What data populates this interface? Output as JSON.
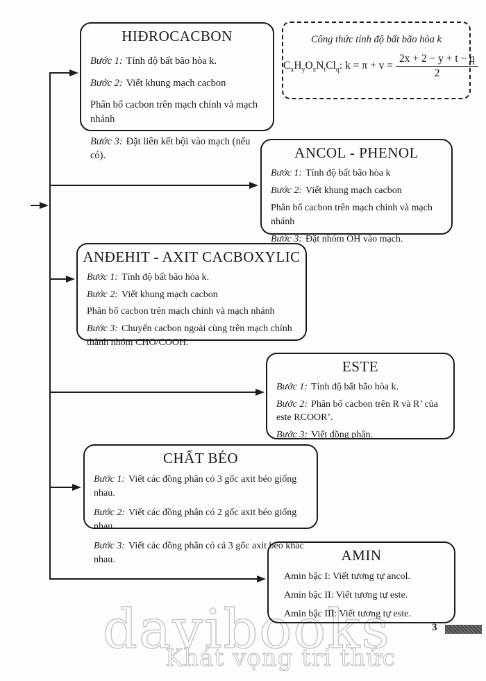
{
  "boxes": [
    {
      "title": "HIĐROCACBON",
      "lines": [
        {
          "label": "Bước 1:",
          "text": "Tính độ bất bão hòa k."
        },
        {
          "label": "Bước 2:",
          "text": "Viết khung mạch cacbon"
        },
        {
          "label": "",
          "text": "Phân bố cacbon trên mạch chính và mạch nhánh"
        },
        {
          "label": "Bước 3:",
          "text": "Đặt liên kết bội vào mạch (nếu có)."
        }
      ]
    },
    {
      "title": "ANCOL - PHENOL",
      "lines": [
        {
          "label": "Bước 1:",
          "text": "Tính độ bất bão hòa k"
        },
        {
          "label": "Bước 2:",
          "text": "Viết khung mạch cacbon"
        },
        {
          "label": "",
          "text": "Phân bố cacbon trên mạch chính và mạch nhánh"
        },
        {
          "label": "Bước 3:",
          "text": "Đặt nhóm OH vào mạch."
        }
      ]
    },
    {
      "title": "ANĐEHIT - AXIT CACBOXYLIC",
      "lines": [
        {
          "label": "Bước 1:",
          "text": "Tính độ bất bão hòa k."
        },
        {
          "label": "Bước 2:",
          "text": "Viết khung mạch cacbon"
        },
        {
          "label": "",
          "text": "Phân bố cacbon trên mạch chính và mạch nhánh"
        },
        {
          "label": "Bước 3:",
          "text": "Chuyển cacbon ngoài cùng trên mạch chính thành nhóm CHO/COOH."
        }
      ]
    },
    {
      "title": "ESTE",
      "lines": [
        {
          "label": "Bước 1:",
          "text": "Tính độ bất bão hòa k."
        },
        {
          "label": "Bước 2:",
          "text": "Phân bố cacbon trên R và R’ của este RCOOR’."
        },
        {
          "label": "Bước 3:",
          "text": "Viết đồng phân."
        }
      ]
    },
    {
      "title": "CHẤT BÉO",
      "lines": [
        {
          "label": "Bước 1:",
          "text": "Viết các đồng phân có 3 gốc axit béo giống nhau."
        },
        {
          "label": "Bước 2:",
          "text": "Viết các đồng phân có 2 gốc axit béo giống nhau."
        },
        {
          "label": "Bước 3:",
          "text": "Viết các đồng phân có cả 3 gốc axit béo khác nhau."
        }
      ]
    },
    {
      "title": "AMIN",
      "lines": [
        {
          "label": "",
          "text": "Amin bậc I: Viết tương tự ancol."
        },
        {
          "label": "",
          "text": "Amin bậc II: Viết tương tự este."
        },
        {
          "label": "",
          "text": "Amin bậc III: Viết tương tự este."
        }
      ]
    }
  ],
  "formula": {
    "title": "Công thức tính độ bất bão hòa k",
    "compound": [
      {
        "el": "C",
        "sub": "x"
      },
      {
        "el": "H",
        "sub": "y"
      },
      {
        "el": "O",
        "sub": "z"
      },
      {
        "el": "N",
        "sub": "t"
      },
      {
        "el": "Cl",
        "sub": "q"
      }
    ],
    "mid": ": k = π + v =",
    "numerator": "2x + 2 − y + t − q",
    "denominator": "2"
  },
  "footer": {
    "page_number": "3",
    "watermark": "davibooks",
    "watermark_tagline": "Khát vọng tri thức"
  },
  "colors": {
    "ink": "#1c1c1c",
    "watermark": "#c6c6c6",
    "paper": "#fdfdfc"
  }
}
